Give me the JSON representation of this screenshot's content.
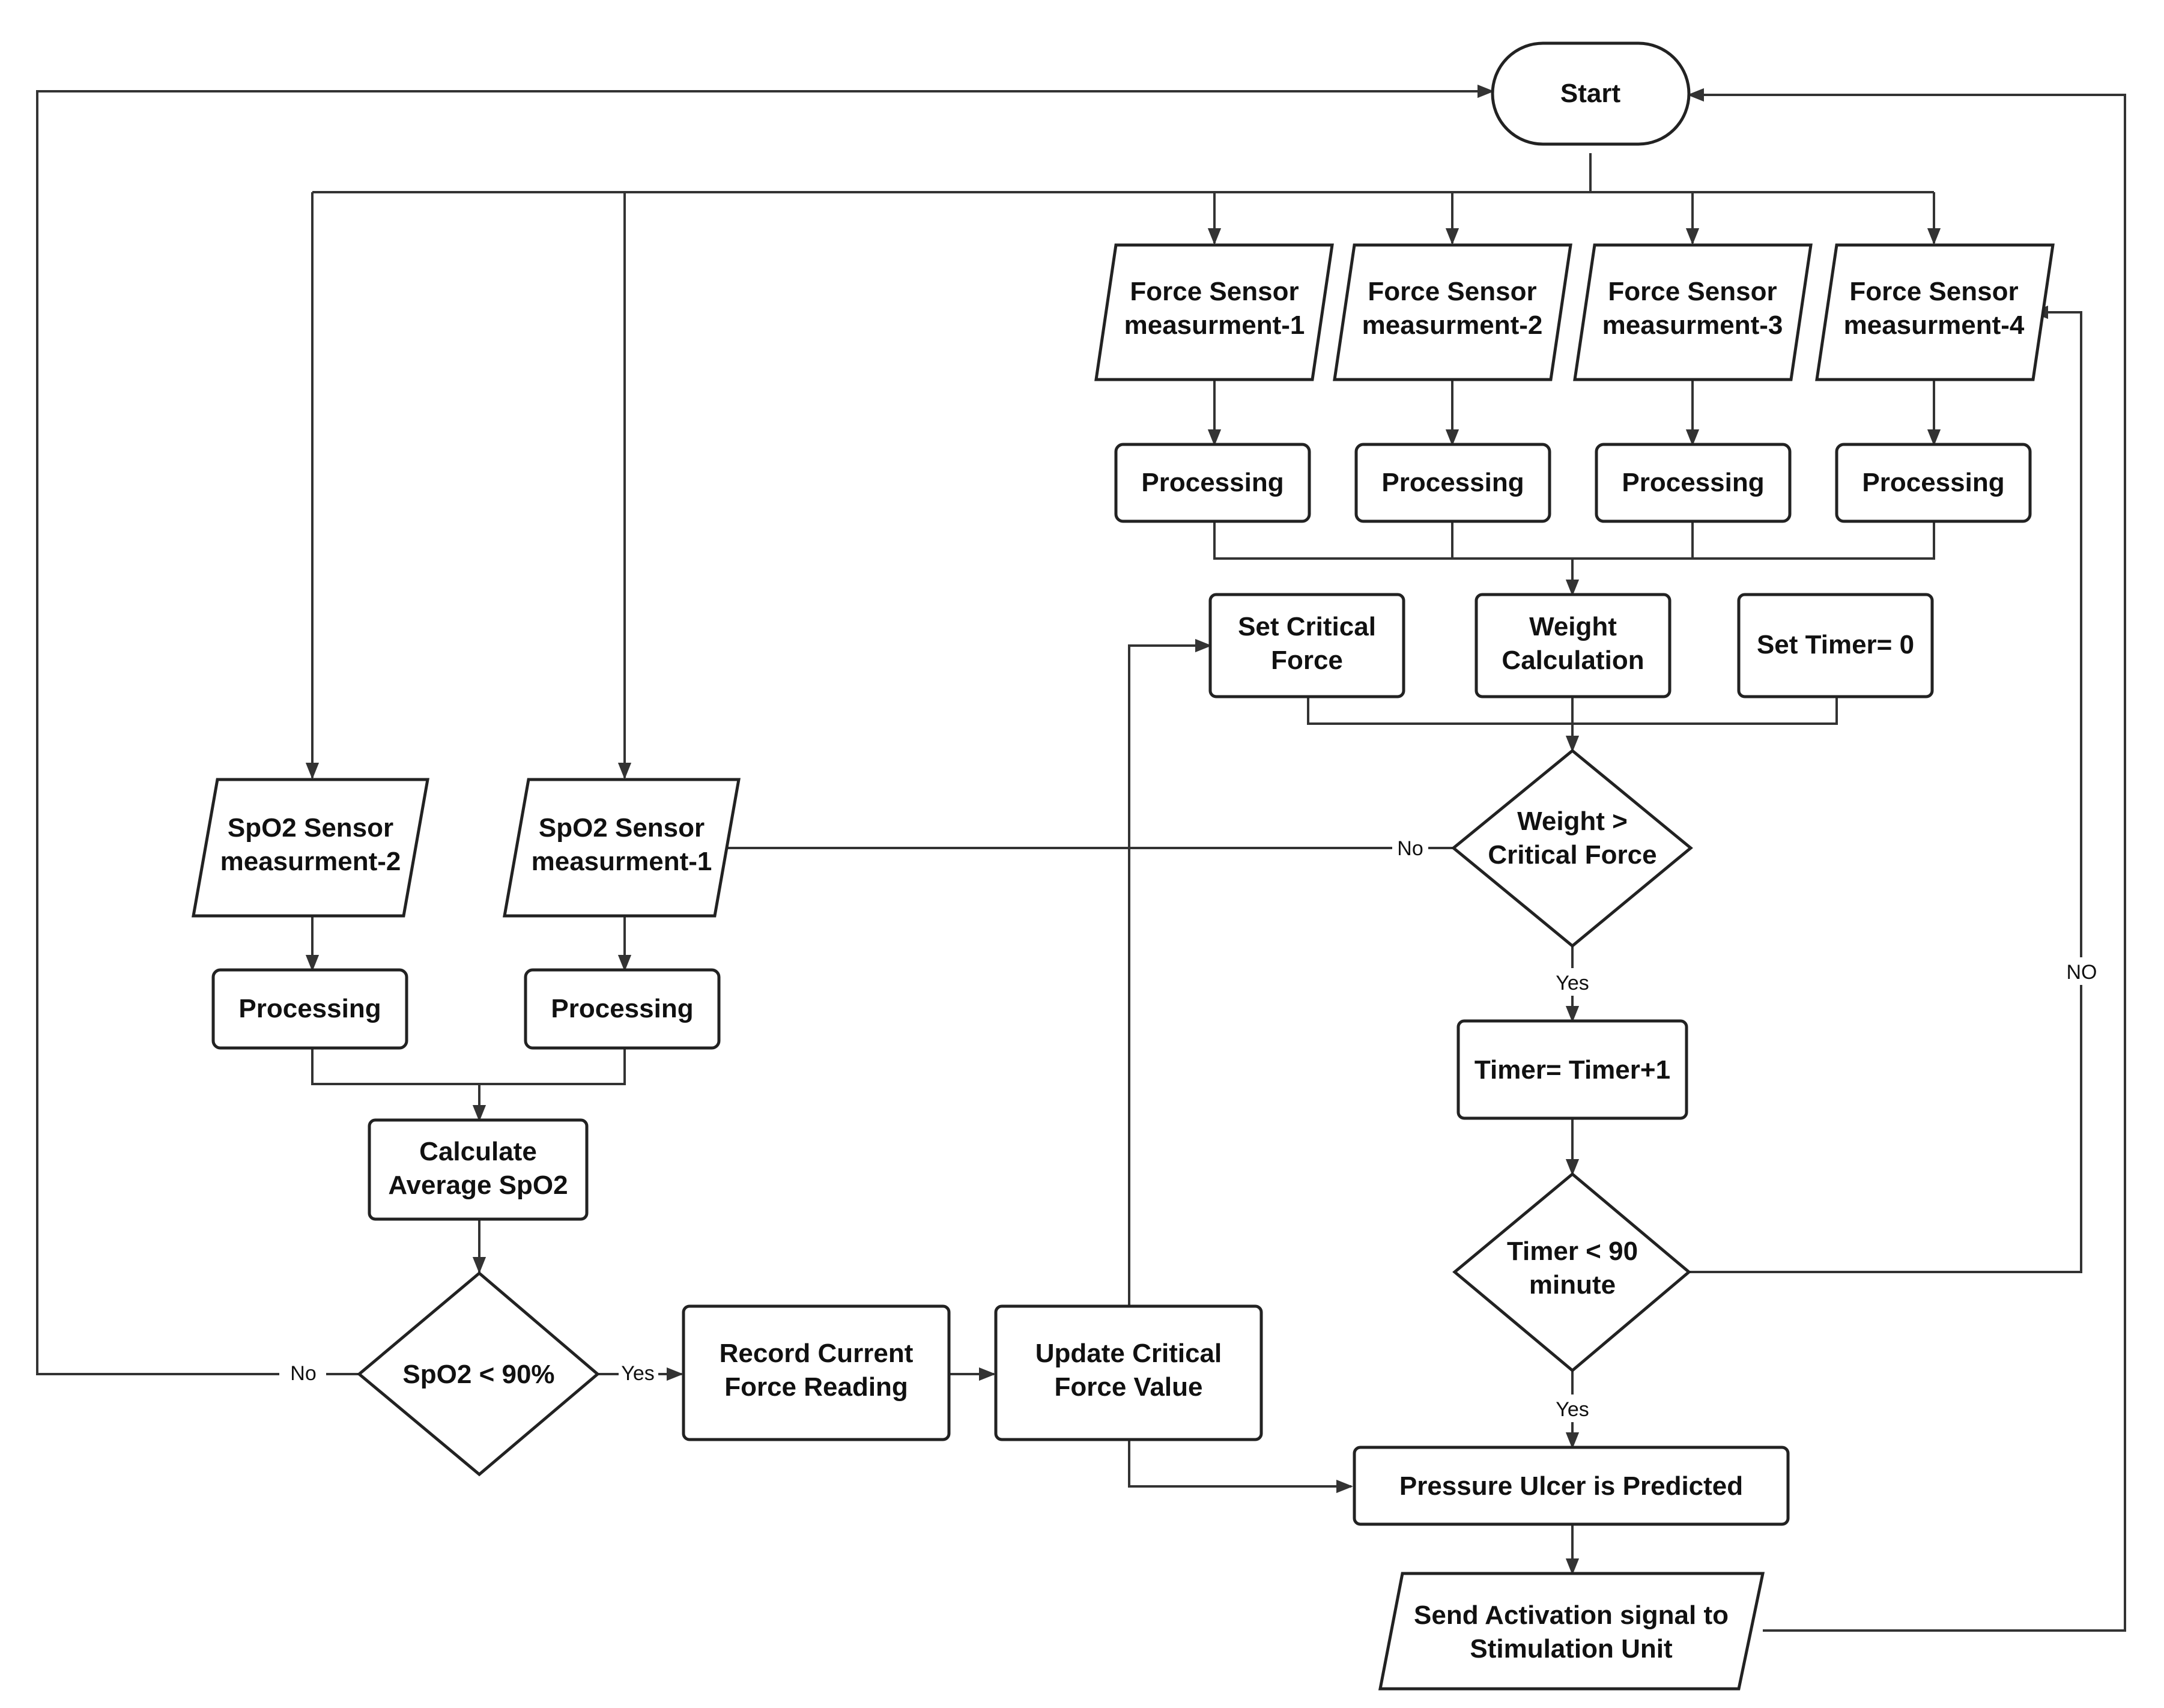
{
  "nodes": {
    "start": "Start",
    "fs1": [
      "Force Sensor",
      "measurment-1"
    ],
    "fs2": [
      "Force Sensor",
      "measurment-2"
    ],
    "fs3": [
      "Force Sensor",
      "measurment-3"
    ],
    "fs4": [
      "Force Sensor",
      "measurment-4"
    ],
    "proc_fs1": "Processing",
    "proc_fs2": "Processing",
    "proc_fs3": "Processing",
    "proc_fs4": "Processing",
    "set_critical": [
      "Set Critical",
      "Force"
    ],
    "weight_calc": [
      "Weight",
      "Calculation"
    ],
    "set_timer": "Set Timer= 0",
    "weight_dec": [
      "Weight >",
      "Critical Force"
    ],
    "timer_inc": "Timer= Timer+1",
    "timer_dec": [
      "Timer < 90",
      "minute"
    ],
    "pu_predicted": "Pressure Ulcer is Predicted",
    "send_signal": [
      "Send Activation signal to",
      "Stimulation Unit"
    ],
    "spo2_2": [
      "SpO2 Sensor",
      "measurment-2"
    ],
    "spo2_1": [
      "SpO2 Sensor",
      "measurment-1"
    ],
    "proc_spo2_2": "Processing",
    "proc_spo2_1": "Processing",
    "calc_avg": [
      "Calculate",
      "Average SpO2"
    ],
    "spo2_dec": "SpO2 < 90%",
    "record_force": [
      "Record Current",
      "Force Reading"
    ],
    "update_force": [
      "Update Critical",
      "Force Value"
    ]
  },
  "edge_labels": {
    "weight_no": "No",
    "weight_yes": "Yes",
    "timer_no": "NO",
    "timer_yes": "Yes",
    "spo2_no": "No",
    "spo2_yes": "Yes"
  }
}
